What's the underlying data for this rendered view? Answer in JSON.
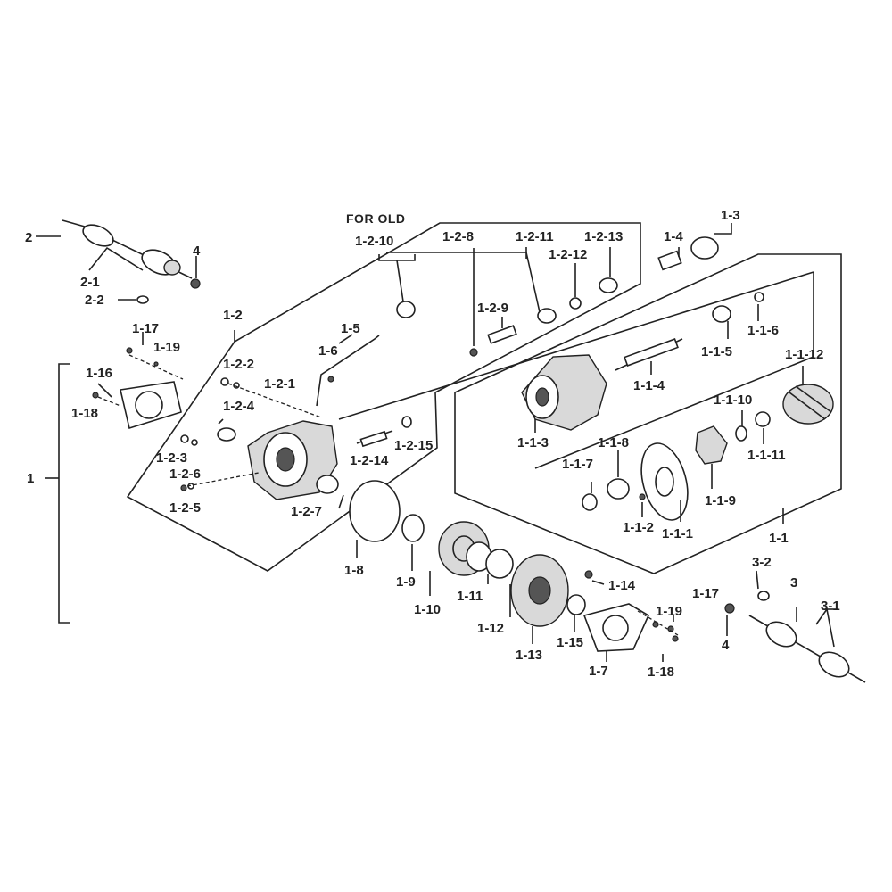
{
  "note": "FOR OLD",
  "labels": {
    "l2": "2",
    "l2_1": "2-1",
    "l2_2": "2-2",
    "l4a": "4",
    "l1": "1",
    "l1_16": "1-16",
    "l1_17a": "1-17",
    "l1_18a": "1-18",
    "l1_19a": "1-19",
    "l1_2": "1-2",
    "l1_2_1": "1-2-1",
    "l1_2_2": "1-2-2",
    "l1_2_3": "1-2-3",
    "l1_2_4": "1-2-4",
    "l1_2_5": "1-2-5",
    "l1_2_6": "1-2-6",
    "l1_2_7": "1-2-7",
    "l1_2_8": "1-2-8",
    "l1_2_9": "1-2-9",
    "l1_2_10": "1-2-10",
    "l1_2_11": "1-2-11",
    "l1_2_12": "1-2-12",
    "l1_2_13": "1-2-13",
    "l1_2_14": "1-2-14",
    "l1_2_15": "1-2-15",
    "l1_5": "1-5",
    "l1_6": "1-6",
    "l1_3": "1-3",
    "l1_4": "1-4",
    "l1_1": "1-1",
    "l1_1_1": "1-1-1",
    "l1_1_2": "1-1-2",
    "l1_1_3": "1-1-3",
    "l1_1_4": "1-1-4",
    "l1_1_5": "1-1-5",
    "l1_1_6": "1-1-6",
    "l1_1_7": "1-1-7",
    "l1_1_8": "1-1-8",
    "l1_1_9": "1-1-9",
    "l1_1_10": "1-1-10",
    "l1_1_11": "1-1-11",
    "l1_1_12": "1-1-12",
    "l1_7": "1-7",
    "l1_8": "1-8",
    "l1_9": "1-9",
    "l1_10": "1-10",
    "l1_11": "1-11",
    "l1_12": "1-12",
    "l1_13": "1-13",
    "l1_14": "1-14",
    "l1_15": "1-15",
    "l1_17b": "1-17",
    "l1_18b": "1-18",
    "l1_19b": "1-19",
    "l3": "3",
    "l3_1": "3-1",
    "l3_2": "3-2",
    "l4b": "4"
  }
}
